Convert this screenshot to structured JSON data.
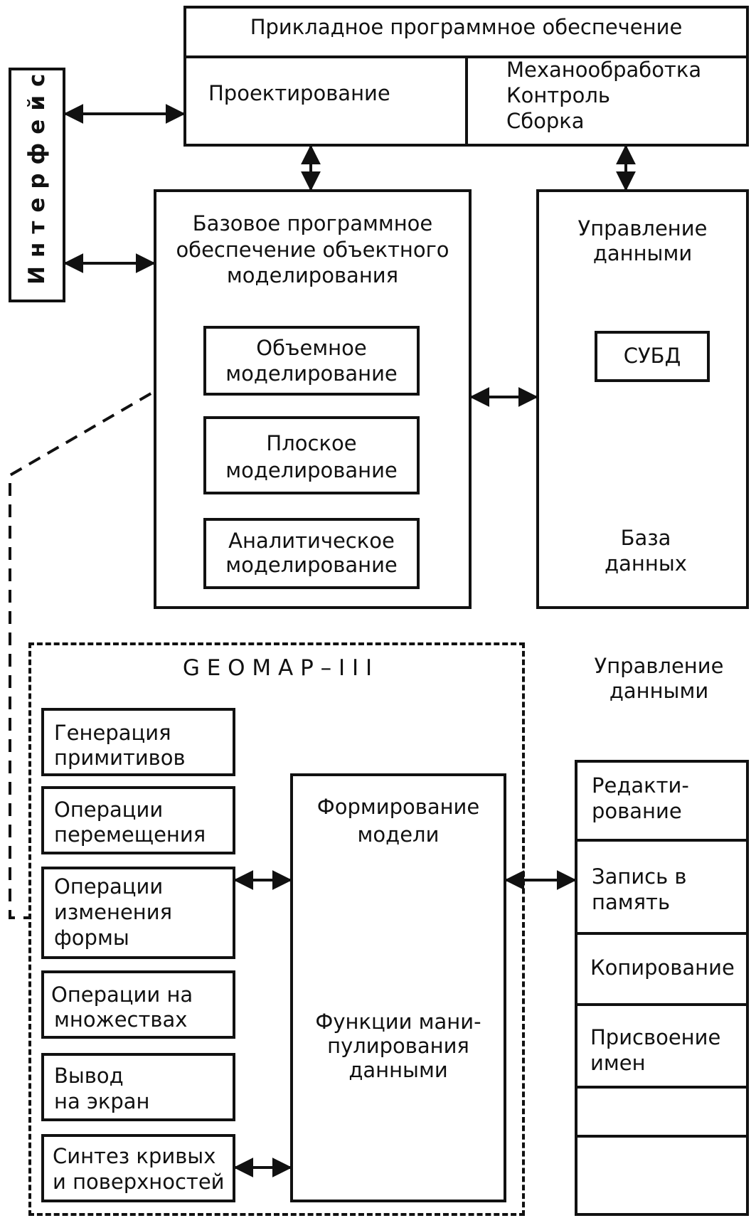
{
  "top": {
    "title": "Прикладное программное обеспечение",
    "left": "Проектирование",
    "right": [
      "Механообработка",
      "Контроль",
      "Сборка"
    ]
  },
  "interface": "Интерфейс",
  "base": {
    "title": [
      "Базовое программное",
      "обеспечение объектного",
      "моделирования"
    ],
    "items": [
      [
        "Объемное",
        "моделирование"
      ],
      [
        "Плоское",
        "моделирование"
      ],
      [
        "Аналитическое",
        "моделирование"
      ]
    ]
  },
  "data_mgmt": {
    "title": [
      "Управление",
      "данными"
    ],
    "dbms": "СУБД",
    "db": [
      "База",
      "данных"
    ]
  },
  "geomap": {
    "title": "G E O M A P – I I I",
    "left_items": [
      [
        "Генерация",
        "примитивов"
      ],
      [
        "Операции",
        "перемещения"
      ],
      [
        "Операции",
        "изменения",
        "формы"
      ],
      [
        "Операции на",
        "множествах"
      ],
      [
        "Вывод",
        "на экран"
      ],
      [
        "Синтез кривых",
        "и поверхностей"
      ]
    ],
    "center_top": [
      "Формирование",
      "модели"
    ],
    "center_bottom": [
      "Функции мани-",
      "пулирования",
      "данными"
    ]
  },
  "right_panel": {
    "title": [
      "Управление",
      "данными"
    ],
    "items": [
      [
        "Редакти-",
        "рование"
      ],
      [
        "Запись в",
        "память"
      ],
      [
        "Копирование"
      ],
      [
        "Присвоение",
        "имен"
      ]
    ]
  }
}
